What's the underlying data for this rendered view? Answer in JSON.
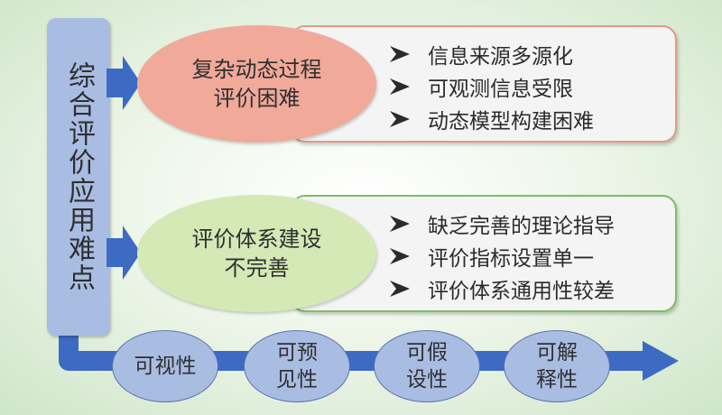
{
  "side": {
    "label": "综合评价应用难点"
  },
  "groups": [
    {
      "title_lines": [
        "复杂动态过程",
        "评价困难"
      ],
      "items": [
        "信息来源多源化",
        "可观测信息受限",
        "动态模型构建困难"
      ]
    },
    {
      "title_lines": [
        "评价体系建设",
        "不完善"
      ],
      "items": [
        "缺乏完善的理论指导",
        "评价指标设置单一",
        "评价体系通用性较差"
      ]
    }
  ],
  "flow": {
    "nodes": [
      {
        "lines": [
          "可视性"
        ]
      },
      {
        "lines": [
          "可预",
          "见性"
        ]
      },
      {
        "lines": [
          "可假",
          "设性"
        ]
      },
      {
        "lines": [
          "可解",
          "释性"
        ]
      }
    ]
  },
  "colors": {
    "side_bar": "#a9bde3",
    "arrow": "#3d6bc4",
    "ellipse_1": "#f1a99a",
    "ellipse_2": "#d4e9b6",
    "box_1_border": "#e49a86",
    "box_2_border": "#7bbf63"
  }
}
